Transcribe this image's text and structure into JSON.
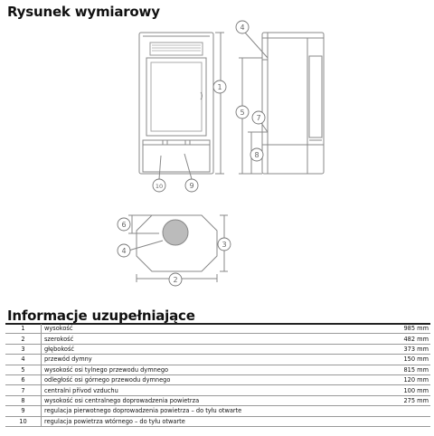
{
  "headings": {
    "drawing": "Rysunek wymiarowy",
    "info": "Informacje uzupełniające"
  },
  "callouts": [
    "1",
    "2",
    "3",
    "4",
    "5",
    "6",
    "7",
    "8",
    "9",
    "10"
  ],
  "table": {
    "rows": [
      {
        "no": "1",
        "desc": "wysokość",
        "value": "985 mm"
      },
      {
        "no": "2",
        "desc": "szerokość",
        "value": "482 mm"
      },
      {
        "no": "3",
        "desc": "głębokość",
        "value": "373 mm"
      },
      {
        "no": "4",
        "desc": "przewód dymny",
        "value": "150 mm"
      },
      {
        "no": "5",
        "desc": "wysokość osi tylnego przewodu dymnego",
        "value": "815 mm"
      },
      {
        "no": "6",
        "desc": "odległość osi górnego przewodu dymnego",
        "value": "120 mm"
      },
      {
        "no": "7",
        "desc": "centralni přívod vzduchu",
        "value": "100 mm"
      },
      {
        "no": "8",
        "desc": "wysokość osi centralnego doprowadzenia powietrza",
        "value": "275 mm"
      },
      {
        "no": "9",
        "desc": "regulacja pierwotnego doprowadzenia powietrza – do tyłu otwarte",
        "value": ""
      },
      {
        "no": "10",
        "desc": "regulacja powietrza wtórnego – do tyłu otwarte",
        "value": ""
      }
    ]
  }
}
